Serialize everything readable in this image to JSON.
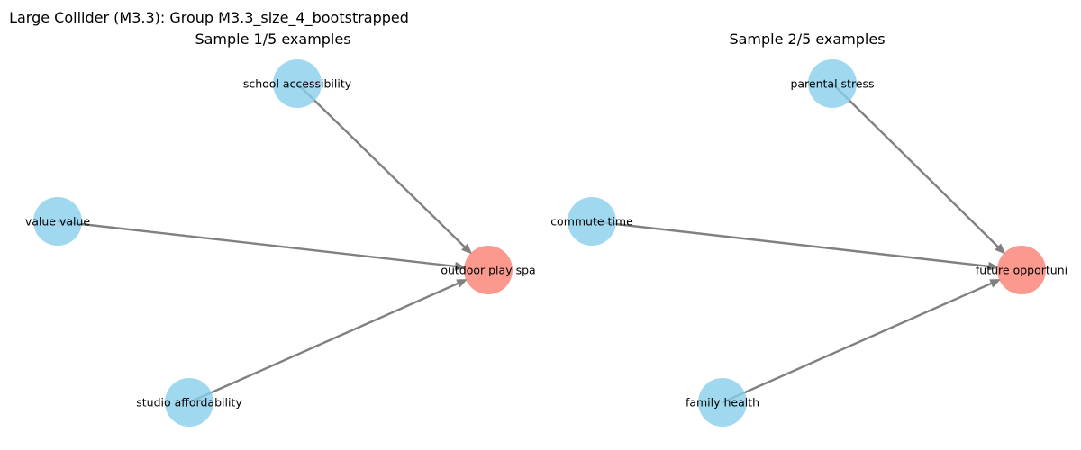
{
  "figure": {
    "title_line1": "Large Collider (M3.3): Group M3.3_size_4_bootstrapped",
    "panels": [
      {
        "subtitle": "Sample 1/5 examples",
        "nodes": [
          {
            "id": "school accessibility",
            "label": "school accessibility",
            "role": "cause",
            "color": "#87CEEB"
          },
          {
            "id": "value value",
            "label": "value value",
            "role": "cause",
            "color": "#87CEEB"
          },
          {
            "id": "studio affordability",
            "label": "studio affordability",
            "role": "cause",
            "color": "#87CEEB"
          },
          {
            "id": "outdoor play spa",
            "label": "outdoor play spa",
            "role": "collider",
            "color": "#FA8072"
          }
        ],
        "edges": [
          {
            "from": "school accessibility",
            "to": "outdoor play spa"
          },
          {
            "from": "value value",
            "to": "outdoor play spa"
          },
          {
            "from": "studio affordability",
            "to": "outdoor play spa"
          }
        ]
      },
      {
        "subtitle": "Sample 2/5 examples",
        "nodes": [
          {
            "id": "parental stress",
            "label": "parental stress",
            "role": "cause",
            "color": "#87CEEB"
          },
          {
            "id": "commute time",
            "label": "commute time",
            "role": "cause",
            "color": "#87CEEB"
          },
          {
            "id": "family health",
            "label": "family health",
            "role": "cause",
            "color": "#87CEEB"
          },
          {
            "id": "future opportuni",
            "label": "future opportuni",
            "role": "collider",
            "color": "#FA8072"
          }
        ],
        "edges": [
          {
            "from": "parental stress",
            "to": "future opportuni"
          },
          {
            "from": "commute time",
            "to": "future opportuni"
          },
          {
            "from": "family health",
            "to": "future opportuni"
          }
        ]
      }
    ]
  }
}
